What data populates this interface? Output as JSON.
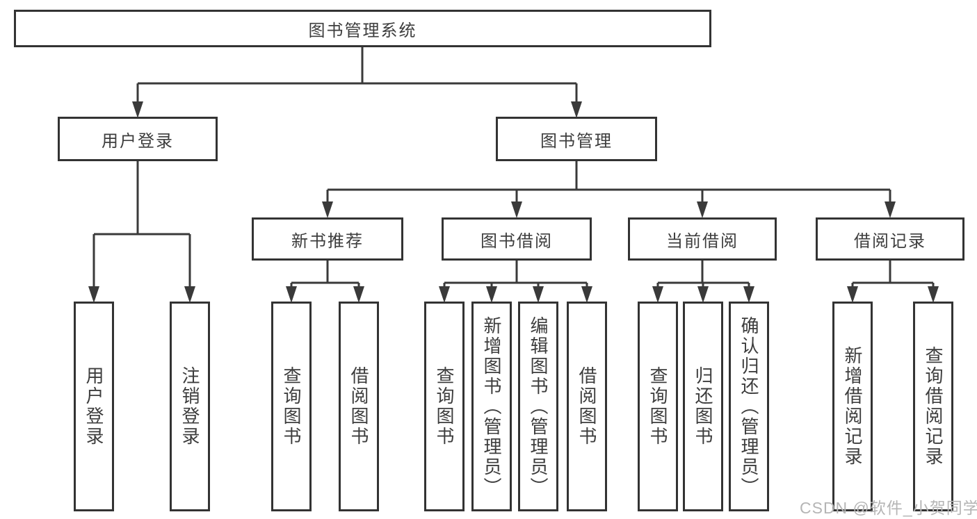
{
  "tree": {
    "root": {
      "label": "图书管理系统",
      "children": [
        {
          "label": "用户登录",
          "children": [
            {
              "label": "用户登录"
            },
            {
              "label": "注销登录"
            }
          ]
        },
        {
          "label": "图书管理",
          "children": [
            {
              "label": "新书推荐",
              "children": [
                {
                  "label": "查询图书"
                },
                {
                  "label": "借阅图书"
                }
              ]
            },
            {
              "label": "图书借阅",
              "children": [
                {
                  "label": "查询图书"
                },
                {
                  "label": "新增图书（管理员）"
                },
                {
                  "label": "编辑图书（管理员）"
                },
                {
                  "label": "借阅图书"
                }
              ]
            },
            {
              "label": "当前借阅",
              "children": [
                {
                  "label": "查询图书"
                },
                {
                  "label": "归还图书"
                },
                {
                  "label": "确认归还（管理员）"
                }
              ]
            },
            {
              "label": "借阅记录",
              "children": [
                {
                  "label": "新增借阅记录"
                },
                {
                  "label": "查询借阅记录"
                }
              ]
            }
          ]
        }
      ]
    }
  },
  "watermark": {
    "text": "CSDN @软件_小贺同学"
  },
  "colors": {
    "line": "#3a3a3a",
    "box_border": "#333333",
    "text": "#3d3d3d",
    "watermark": "#b5b5b5"
  }
}
